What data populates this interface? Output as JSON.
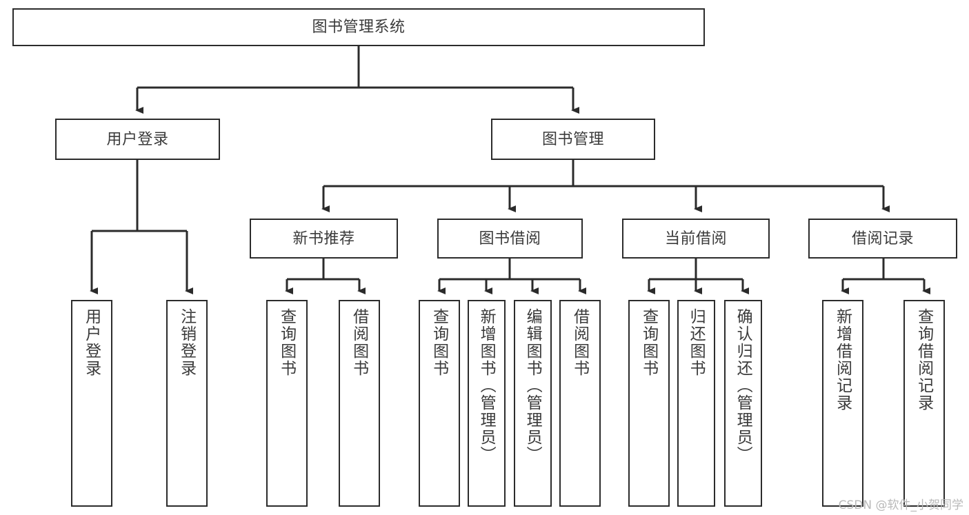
{
  "diagram": {
    "title": "图书管理系统",
    "type": "tree",
    "colors": {
      "background": "#ffffff",
      "border": "#2b2b2b",
      "text": "#3a3a3a",
      "wire": "#2b2b2b",
      "watermark": "#b9b9b9"
    },
    "root": {
      "label": "图书管理系统"
    },
    "level2": [
      {
        "label": "用户登录"
      },
      {
        "label": "图书管理"
      }
    ],
    "level3": [
      {
        "label": "新书推荐"
      },
      {
        "label": "图书借阅"
      },
      {
        "label": "当前借阅"
      },
      {
        "label": "借阅记录"
      }
    ],
    "leaves": [
      {
        "label": "用户登录"
      },
      {
        "label": "注销登录"
      },
      {
        "label": "查询图书"
      },
      {
        "label": "借阅图书"
      },
      {
        "label": "查询图书"
      },
      {
        "label": "新增图书（管理员）"
      },
      {
        "label": "编辑图书（管理员）"
      },
      {
        "label": "借阅图书"
      },
      {
        "label": "查询图书"
      },
      {
        "label": "归还图书"
      },
      {
        "label": "确认归还（管理员）"
      },
      {
        "label": "新增借阅记录"
      },
      {
        "label": "查询借阅记录"
      }
    ]
  },
  "watermark": {
    "text": "CSDN @软件_小贺同学"
  }
}
